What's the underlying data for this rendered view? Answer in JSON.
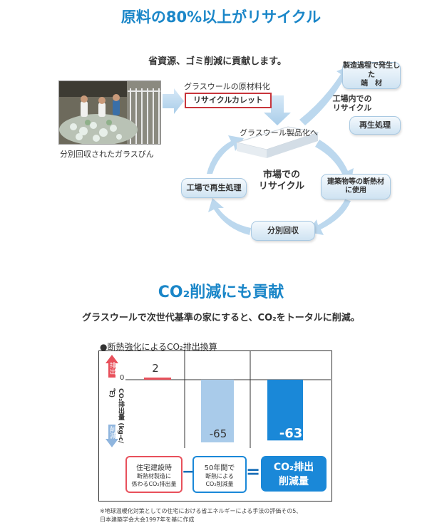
{
  "recycle": {
    "title": "原料の80%以上がリサイクル",
    "subtitle": "省資源、ゴミ削減に貢献します。",
    "photo_caption": "分別回収されたガラスびん",
    "raw_material_label": "グラスウールの原材料化",
    "cullet_label": "リサイクルカレット",
    "product_label": "グラスウール製品化へ",
    "scrap_line1": "製造過程で発生した",
    "scrap_line2": "端　材",
    "in_factory_line1": "工場内での",
    "in_factory_line2": "リサイクル",
    "reprocess": "再生処理",
    "market_line1": "市場での",
    "market_line2": "リサイクル",
    "building_line1": "建築物等の断熱材",
    "building_line2": "に使用",
    "separate_collection": "分別回収",
    "factory_reprocess": "工場で再生処理"
  },
  "co2": {
    "title": "CO₂削減にも貢献",
    "subtitle": "グラスウールで次世代基準の家にすると、CO₂をトータルに削減。"
  },
  "chart_data": {
    "type": "bar",
    "title": "●断熱強化によるCO₂排出換算",
    "ylabel": "CO₂排出量 (kg-c/㎡)",
    "emission_label": "排出",
    "reduction_label": "削減",
    "zero_label": "0",
    "categories": [
      "住宅建設時 断熱材製造に係わるCO₂排出量",
      "50年間で 断熱によるCO₂削減量",
      "CO₂排出 削減量"
    ],
    "values": [
      2,
      -65,
      -63
    ],
    "value_labels": [
      "2",
      "-65",
      "-63"
    ],
    "colors": [
      "#e8505b",
      "#a9cbea",
      "#1a88d8"
    ]
  },
  "equation": {
    "box1_line1": "住宅建設時",
    "box1_line2": "断熱材製造に",
    "box1_line3": "係わるCO₂排出量",
    "minus": "−",
    "box2_line1": "50年間で",
    "box2_line2": "断熱による",
    "box2_line3": "CO₂削減量",
    "equals": "=",
    "box3_line1": "CO₂排出",
    "box3_line2": "削減量"
  },
  "footnote": {
    "line1": "※地球温暖化対策としての住宅における省エネルギーによる手法の評価その5、",
    "line2": "日本建築学会大会1997年を基に作成"
  }
}
